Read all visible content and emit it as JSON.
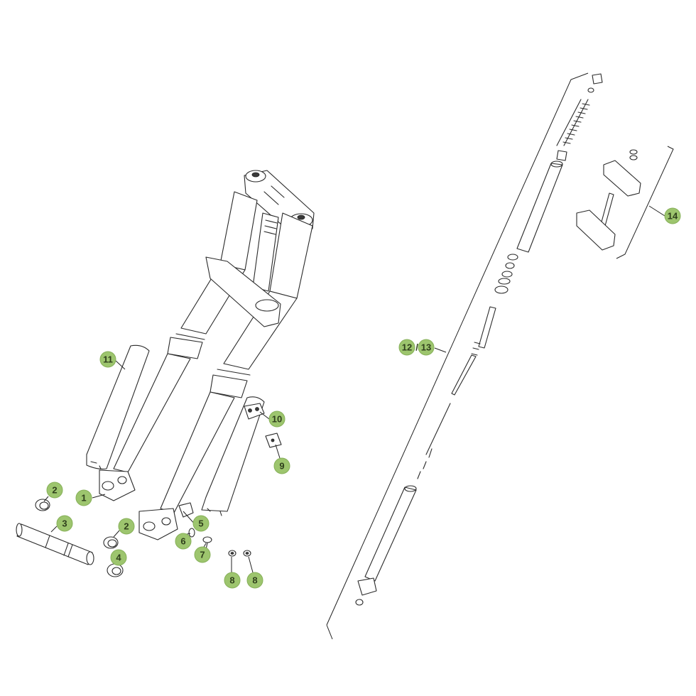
{
  "callouts": [
    {
      "id": "c-11",
      "label": "11"
    },
    {
      "id": "c-1",
      "label": "1"
    },
    {
      "id": "c-2a",
      "label": "2"
    },
    {
      "id": "c-3",
      "label": "3"
    },
    {
      "id": "c-2b",
      "label": "2"
    },
    {
      "id": "c-4",
      "label": "4"
    },
    {
      "id": "c-5",
      "label": "5"
    },
    {
      "id": "c-6",
      "label": "6"
    },
    {
      "id": "c-7",
      "label": "7"
    },
    {
      "id": "c-8a",
      "label": "8"
    },
    {
      "id": "c-8b",
      "label": "8"
    },
    {
      "id": "c-9",
      "label": "9"
    },
    {
      "id": "c-10",
      "label": "10"
    },
    {
      "id": "c-12",
      "label": "12"
    },
    {
      "id": "c-13",
      "label": "13"
    },
    {
      "id": "c-14",
      "label": "14"
    }
  ],
  "separator": "/",
  "colors": {
    "callout_fill": "#9dc56e",
    "callout_text": "#2f3f1c",
    "line": "#2a2a2a"
  }
}
